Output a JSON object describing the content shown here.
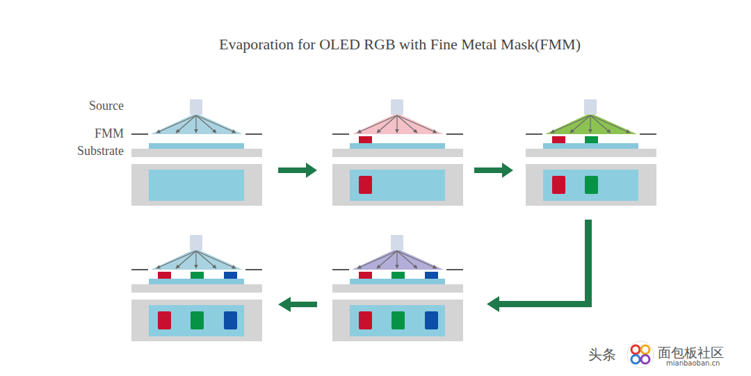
{
  "diagram": {
    "title": "Evaporation for OLED RGB with Fine Metal Mask(FMM)",
    "labels": [
      "Source",
      "FMM",
      "Substrate",
      "头条",
      "面包板社区",
      "mianbaoban.cn"
    ]
  }
}
